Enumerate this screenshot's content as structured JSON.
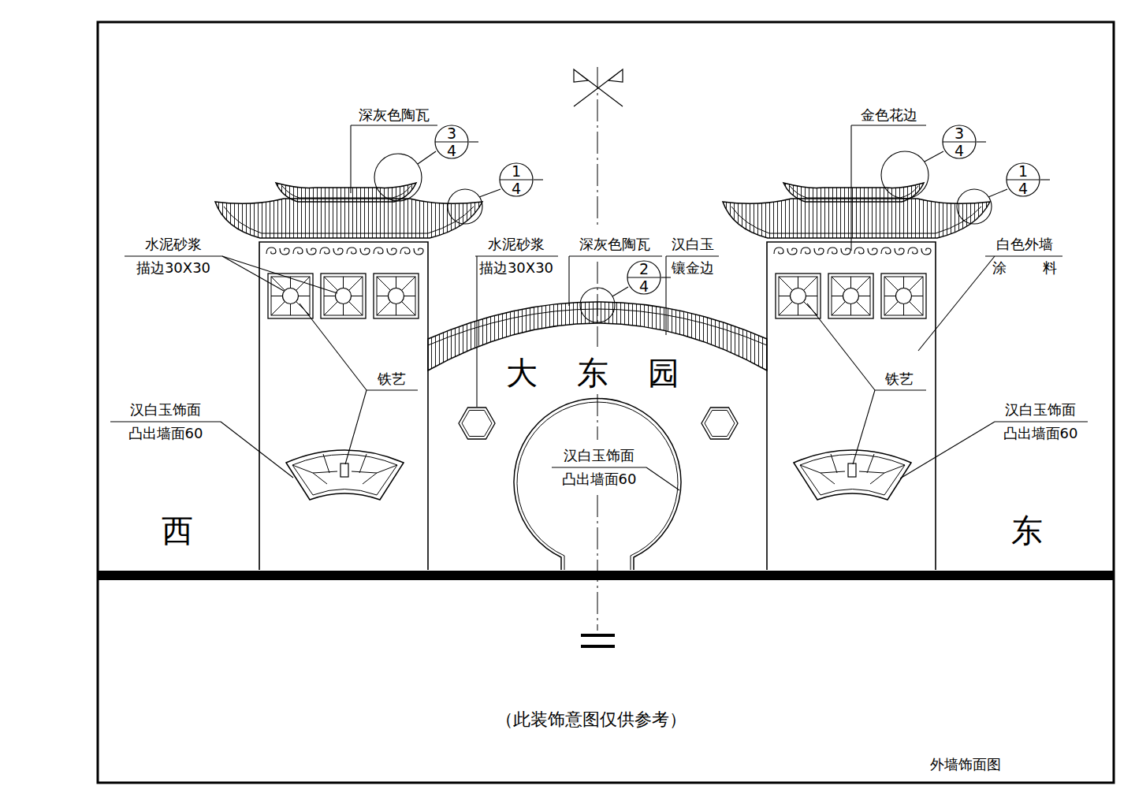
{
  "diagram": {
    "title": "外墙饰面图",
    "caption": "（此装饰意图仅供参考）",
    "nodes": [
      {
        "text": [
          "3",
          "4"
        ]
      },
      {
        "text": [
          "3",
          "4"
        ]
      },
      {
        "text": [
          "1",
          "4"
        ]
      },
      {
        "text": [
          "1",
          "4"
        ]
      },
      {
        "text": [
          "2",
          "4"
        ]
      }
    ],
    "labels": [
      "深灰色陶瓦",
      "水泥砂浆 描边30X30",
      "铁艺",
      "汉白玉饰面 凸出墙面60",
      "西",
      "水泥砂浆 描边30X30",
      "深灰色陶瓦",
      "汉白玉 镶金边",
      "大东园",
      "汉白玉饰面 凸出墙面60",
      "金色花边",
      "白色外墙 涂 料",
      "铁艺",
      "汉白玉饰面 凸出墙面60",
      "东"
    ]
  }
}
